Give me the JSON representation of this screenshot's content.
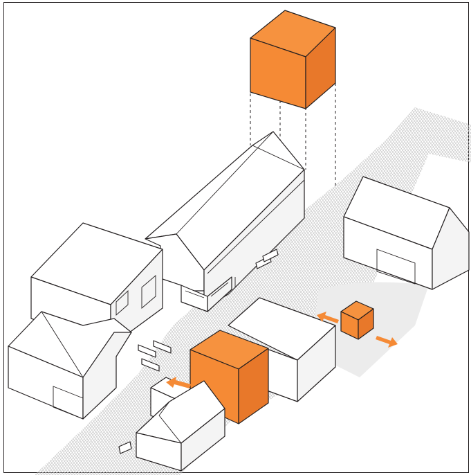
{
  "figure": {
    "title": "",
    "accent_color": "#f58a35",
    "line_color": "#231f20",
    "shadow_color": "#ececec",
    "street_hatch_color": "#c8c8c8"
  },
  "elements": {
    "frame": "frame",
    "street": "hatched-street",
    "floating_volume": "floating-orange-volume",
    "inserted_volume": "inserted-orange-volume",
    "small_volume": "small-orange-volume",
    "arrows": [
      "arrow-left-small",
      "arrow-right-small",
      "arrow-left-large"
    ]
  }
}
